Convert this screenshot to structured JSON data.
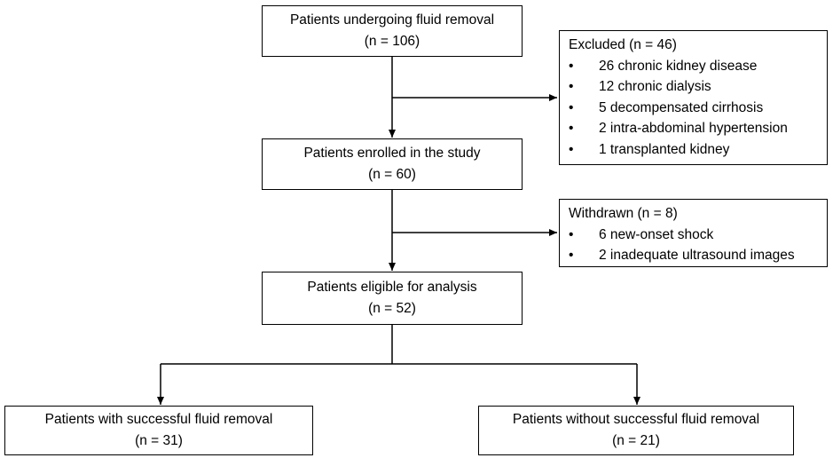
{
  "boxes": {
    "fluid_removal": {
      "title": "Patients undergoing fluid removal",
      "count": "(n = 106)"
    },
    "enrolled": {
      "title": "Patients enrolled in the study",
      "count": "(n = 60)"
    },
    "eligible": {
      "title": "Patients eligible for analysis",
      "count": "(n = 52)"
    },
    "successful": {
      "title": "Patients with successful fluid removal",
      "count": "(n = 31)"
    },
    "unsuccessful": {
      "title": "Patients without successful fluid removal",
      "count": "(n = 21)"
    }
  },
  "excluded": {
    "title": "Excluded (n = 46)",
    "items": [
      "26 chronic kidney disease",
      "12 chronic dialysis",
      "5 decompensated cirrhosis",
      "2 intra-abdominal hypertension",
      "1 transplanted kidney"
    ]
  },
  "withdrawn": {
    "title": "Withdrawn (n = 8)",
    "items": [
      "6 new-onset shock",
      "2 inadequate ultrasound images"
    ]
  },
  "bullet": "•"
}
